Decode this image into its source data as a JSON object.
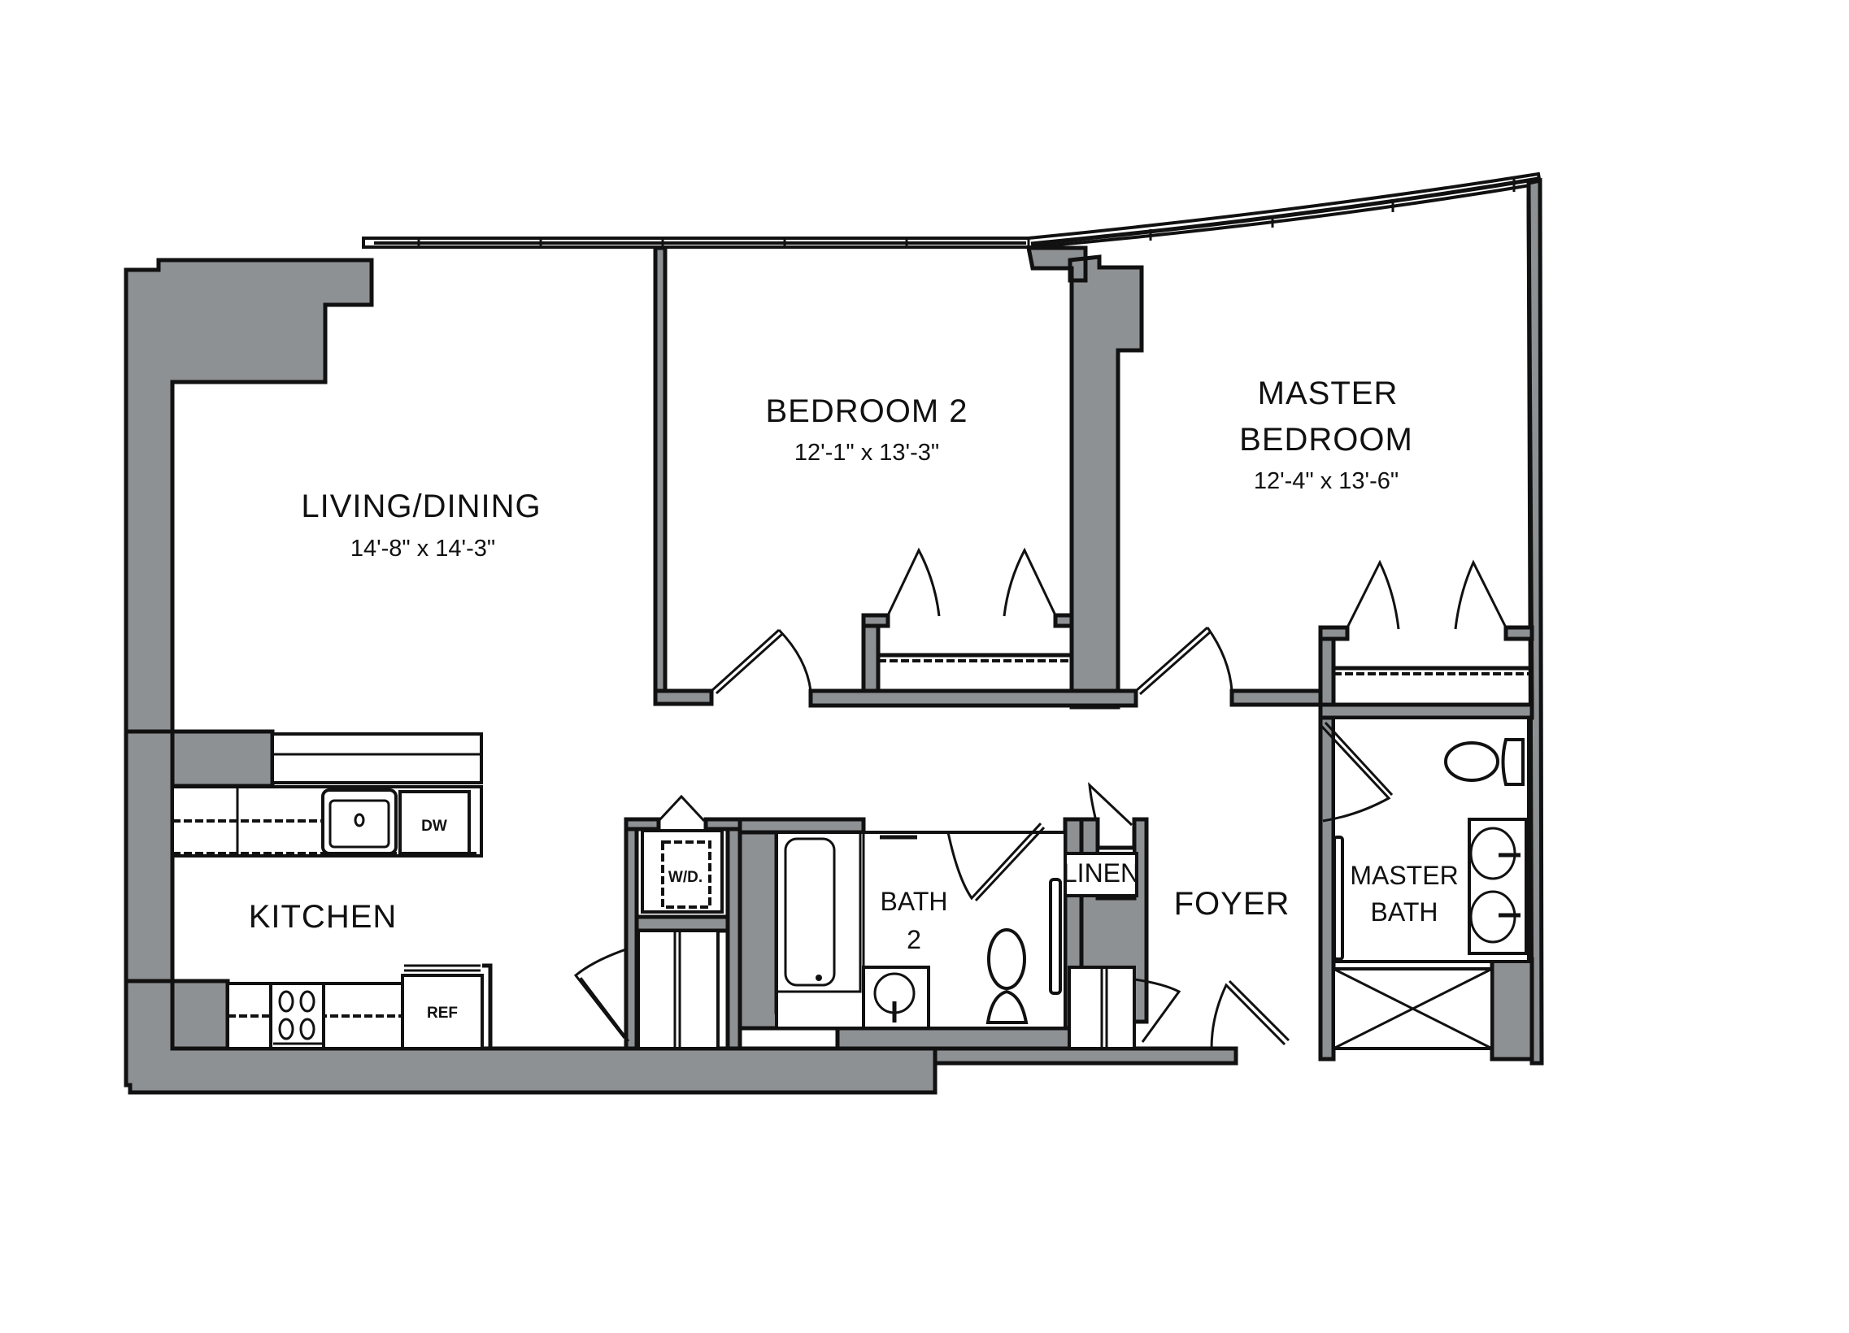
{
  "plan": {
    "colors": {
      "wall": "#8e9194",
      "line": "#111111",
      "background": "#ffffff"
    },
    "rooms": [
      {
        "id": "living",
        "name": "LIVING/DINING",
        "dimensions": "14'-8\" x 14'-3\""
      },
      {
        "id": "bedroom2",
        "name": "BEDROOM 2",
        "dimensions": "12'-1\" x 13'-3\""
      },
      {
        "id": "master",
        "name_line1": "MASTER",
        "name_line2": "BEDROOM",
        "dimensions": "12'-4\" x 13'-6\""
      },
      {
        "id": "kitchen",
        "name": "KITCHEN"
      },
      {
        "id": "bath2",
        "name_line1": "BATH",
        "name_line2": "2"
      },
      {
        "id": "foyer",
        "name": "FOYER"
      },
      {
        "id": "masterbath",
        "name_line1": "MASTER",
        "name_line2": "BATH"
      }
    ],
    "appliances": {
      "dishwasher": "DW",
      "refrigerator": "REF",
      "washer_dryer": "W/D.",
      "linen": "LINEN"
    }
  }
}
